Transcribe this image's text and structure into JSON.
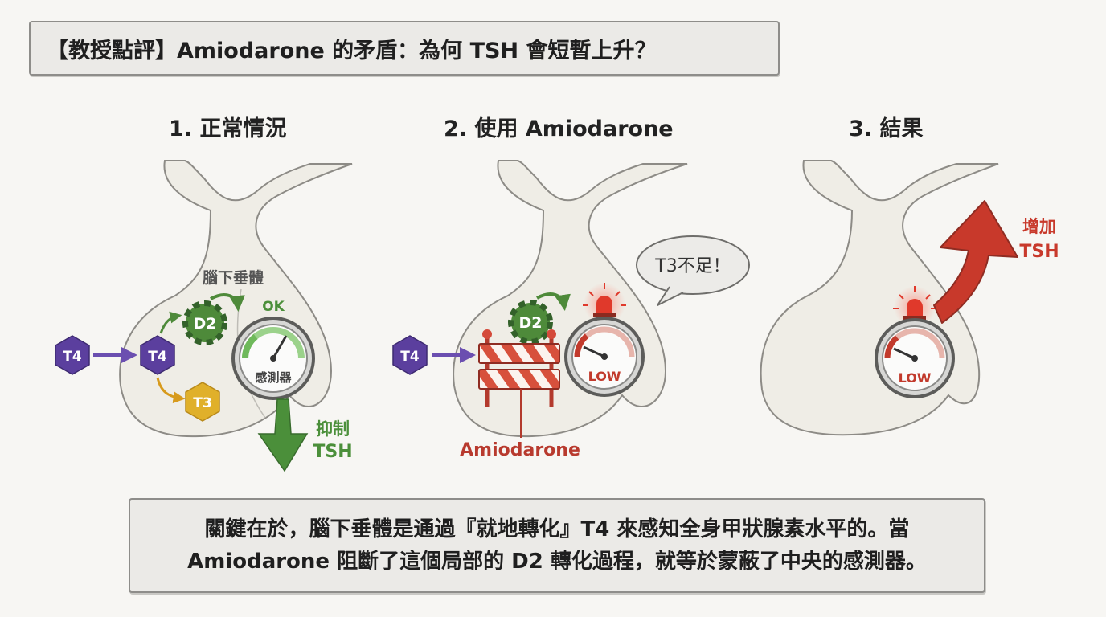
{
  "title": "【教授點評】Amiodarone 的矛盾：為何 TSH 會短暫上升？",
  "panels": [
    {
      "heading": "1. 正常情況",
      "organ_label": "腦下垂體",
      "t4_outside": "T4",
      "t4_inside": "T4",
      "enzyme": "D2",
      "t3": "T3",
      "status": "OK",
      "sensor_label": "感測器",
      "effect_line1": "抑制",
      "effect_line2": "TSH"
    },
    {
      "heading": "2. 使用 Amiodarone",
      "t4_outside": "T4",
      "enzyme": "D2",
      "speech": "T3不足！",
      "gauge_label": "LOW",
      "blocker_label": "Amiodarone"
    },
    {
      "heading": "3. 結果",
      "gauge_label": "LOW",
      "effect_line1": "增加",
      "effect_line2": "TSH"
    }
  ],
  "caption": {
    "line1": "關鍵在於，腦下垂體是通過『就地轉化』T4 來感知全身甲狀腺素水平的。當",
    "line2": "Amiodarone 阻斷了這個局部的 D2 轉化過程，就等於蒙蔽了中央的感測器。"
  },
  "colors": {
    "t4": "#5b3f9e",
    "d2": "#4e8a3a",
    "t3": "#e0b02a",
    "suppress": "#4b8f3a",
    "increase": "#c8392b",
    "organ_fill": "#efede6",
    "organ_stroke": "#8d8b86"
  }
}
